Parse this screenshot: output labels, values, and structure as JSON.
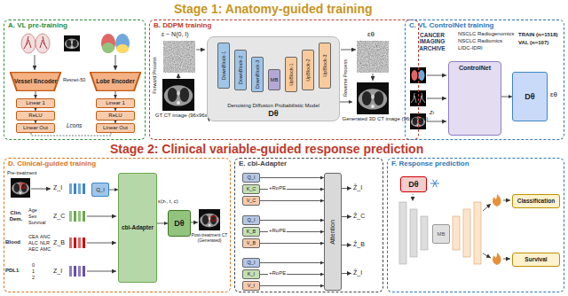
{
  "diagram": {
    "nodes": [
      {
        "text": [
          "A. VL pre-training"
        ]
      },
      {
        "text": [
          "Vessel Encoder"
        ],
        "in": 0
      },
      {
        "text": [
          "Lobe Encoder"
        ],
        "in": 0
      },
      {
        "text": [
          "Linear 1"
        ],
        "in": 0
      },
      {
        "text": [
          "ReLU"
        ],
        "in": 0
      },
      {
        "text": [
          "Linear Out"
        ],
        "in": 0
      },
      {
        "text": [
          "Linear 1"
        ],
        "in": 0
      },
      {
        "text": [
          "ReLU"
        ],
        "in": 0
      },
      {
        "text": [
          "Linear Out"
        ],
        "in": 0
      },
      {
        "text": [
          "B. DDPM training"
        ]
      },
      {
        "text": [
          "GT CT image (96x96x16)"
        ],
        "in": 9
      },
      {
        "text": [
          "Denoising Diffusion Probabilistic Model",
          "Dθ"
        ],
        "in": 9
      },
      {
        "text": [
          "DownBlock-1"
        ],
        "in": 11
      },
      {
        "text": [
          "DownBlock-2"
        ],
        "in": 11
      },
      {
        "text": [
          "DownBlock-3"
        ],
        "in": 11
      },
      {
        "text": [
          "MB"
        ],
        "in": 11
      },
      {
        "text": [
          "UpBlock-1"
        ],
        "in": 11
      },
      {
        "text": [
          "UpBlock-2"
        ],
        "in": 11
      },
      {
        "text": [
          "UpBlock-3"
        ],
        "in": 11
      },
      {
        "text": [
          "Generated 3D CT image (96x96x16)"
        ],
        "in": 9
      },
      {
        "text": [
          "C. VL ControlNet training"
        ]
      },
      {
        "text": [
          "ControlNet"
        ],
        "in": 20
      },
      {
        "text": [
          "Dθ"
        ],
        "in": 20
      },
      {
        "text": [
          "D. Clinical-guided training"
        ]
      },
      {
        "text": [
          "Q_I"
        ],
        "in": 23
      },
      {
        "text": [
          "cbi-Adapter"
        ],
        "in": 23
      },
      {
        "text": [
          "Dθ"
        ],
        "in": 23
      },
      {
        "text": [
          "E. cbi-Adapter"
        ]
      },
      {
        "text": [
          "Q_I"
        ],
        "in": 27
      },
      {
        "text": [
          "K_C"
        ],
        "in": 27
      },
      {
        "text": [
          "V_C"
        ],
        "in": 27
      },
      {
        "text": [
          "Q_I"
        ],
        "in": 27
      },
      {
        "text": [
          "K_B"
        ],
        "in": 27
      },
      {
        "text": [
          "V_B"
        ],
        "in": 27
      },
      {
        "text": [
          "Q_I"
        ],
        "in": 27
      },
      {
        "text": [
          "K_I"
        ],
        "in": 27
      },
      {
        "text": [
          "V_I"
        ],
        "in": 27
      },
      {
        "text": [
          "Attention"
        ],
        "in": 27
      },
      {
        "text": [
          "F. Response prediction"
        ]
      },
      {
        "text": [
          "Dθ"
        ],
        "in": 38
      },
      {
        "text": [
          "MB"
        ],
        "in": 38
      },
      {
        "text": [
          "Classification"
        ],
        "in": 38
      },
      {
        "text": [
          "Survival"
        ],
        "in": 38
      }
    ],
    "edges": [
      {
        "from": 1,
        "to": 3,
        "arrow": "to"
      },
      {
        "from": 3,
        "to": 4,
        "arrow": "to"
      },
      {
        "from": 4,
        "to": 5,
        "arrow": "to"
      },
      {
        "from": 2,
        "to": 6,
        "arrow": "to"
      },
      {
        "from": 6,
        "to": 7,
        "arrow": "to"
      },
      {
        "from": 7,
        "to": 8,
        "arrow": "to"
      },
      {
        "from": 10,
        "to": 11,
        "arrow": "to"
      },
      {
        "from": 12,
        "to": 13,
        "arrow": "to"
      },
      {
        "from": 13,
        "to": 14,
        "arrow": "to"
      },
      {
        "from": 14,
        "to": 15,
        "arrow": "to"
      },
      {
        "from": 15,
        "to": 16,
        "arrow": "to"
      },
      {
        "from": 16,
        "to": 17,
        "arrow": "to"
      },
      {
        "from": 17,
        "to": 18,
        "arrow": "to"
      },
      {
        "from": 11,
        "to": 19,
        "arrow": "to"
      },
      {
        "from": 21,
        "to": 22,
        "arrow": "to"
      },
      {
        "from": 24,
        "to": 25,
        "arrow": "to"
      },
      {
        "from": 25,
        "to": 26,
        "arrow": "to"
      },
      {
        "from": 28,
        "to": 37,
        "arrow": "to"
      },
      {
        "from": 29,
        "to": 37,
        "arrow": "to"
      },
      {
        "from": 30,
        "to": 37,
        "arrow": "to"
      },
      {
        "from": 31,
        "to": 37,
        "arrow": "to"
      },
      {
        "from": 32,
        "to": 37,
        "arrow": "to"
      },
      {
        "from": 33,
        "to": 37,
        "arrow": "to"
      },
      {
        "from": 34,
        "to": 37,
        "arrow": "to"
      },
      {
        "from": 35,
        "to": 37,
        "arrow": "to"
      },
      {
        "from": 36,
        "to": 37,
        "arrow": "to"
      }
    ],
    "labels": [
      "Stage 1: Anatomy-guided training",
      "Resnet-50",
      "Lcons",
      "ε ~ N(0, I)",
      "Forward Process",
      "Reverse Process",
      "εθ",
      "CANCER IMAGING ARCHIVE",
      "NSCLC Radiogenomics",
      "NSCLC Radiomics",
      "LIDC-IDRI",
      "TRAIN (n=1518)",
      "VAL (n=107)",
      "zₜ",
      "εθ",
      "Stage 2: Clinical variable-guided response prediction",
      "Pre-treatment",
      "Z_I",
      "Clin. Dem.",
      "Age",
      "Sex",
      "Survival",
      "Z_C",
      "Blood",
      "CEA",
      "ANC",
      "ALC",
      "NLR",
      "AEC",
      "AMC",
      "Z_B",
      "PDL1",
      "0",
      "1",
      "2",
      "Z_I",
      "ε(zₜ, t, c)",
      "Post-treatment CT (Generated)",
      "+RoPE",
      "+RoPE",
      "+RoPE",
      "Ẑ_I",
      "Ẑ_C",
      "Ẑ_B",
      "Ẑ_I"
    ]
  }
}
